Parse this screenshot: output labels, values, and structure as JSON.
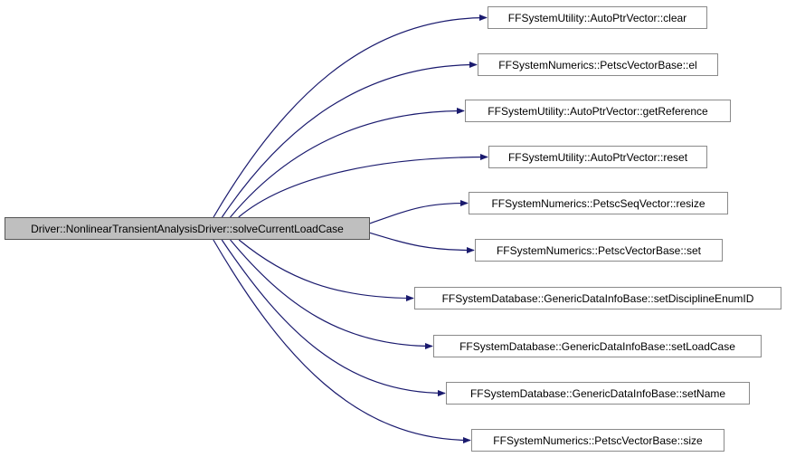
{
  "root": {
    "label": "Driver::NonlinearTransientAnalysisDriver::solveCurrentLoadCase"
  },
  "callees": [
    {
      "label": "FFSystemUtility::AutoPtrVector::clear"
    },
    {
      "label": "FFSystemNumerics::PetscVectorBase::el"
    },
    {
      "label": "FFSystemUtility::AutoPtrVector::getReference"
    },
    {
      "label": "FFSystemUtility::AutoPtrVector::reset"
    },
    {
      "label": "FFSystemNumerics::PetscSeqVector::resize"
    },
    {
      "label": "FFSystemNumerics::PetscVectorBase::set"
    },
    {
      "label": "FFSystemDatabase::GenericDataInfoBase::setDisciplineEnumID"
    },
    {
      "label": "FFSystemDatabase::GenericDataInfoBase::setLoadCase"
    },
    {
      "label": "FFSystemDatabase::GenericDataInfoBase::setName"
    },
    {
      "label": "FFSystemNumerics::PetscVectorBase::size"
    }
  ],
  "colors": {
    "edge": "#1a1a6e",
    "node_border": "#8a8a8a",
    "root_fill": "#bfbfbf"
  }
}
